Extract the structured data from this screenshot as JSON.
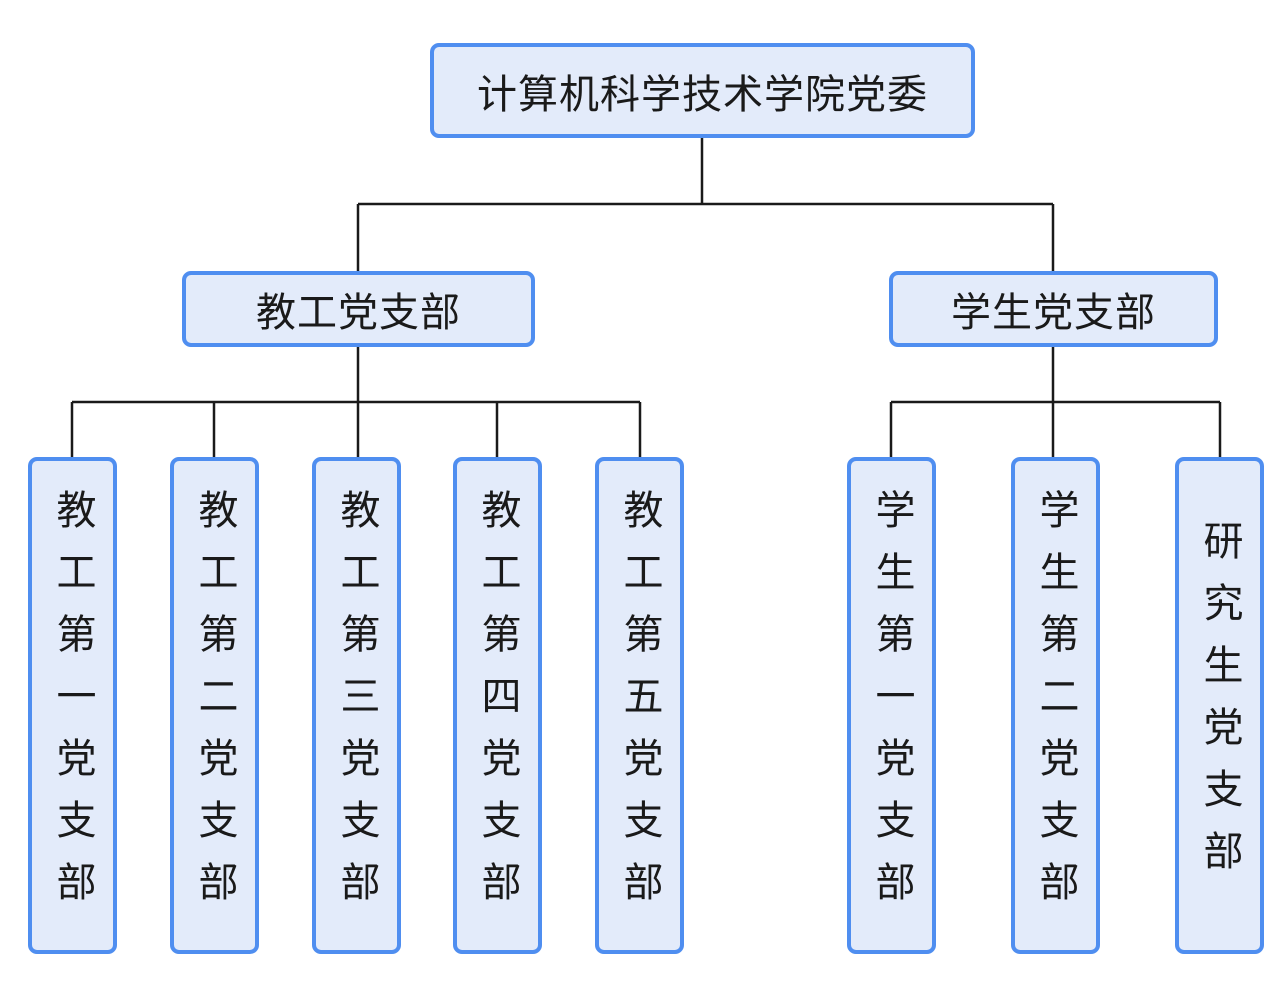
{
  "diagram": {
    "type": "org-chart",
    "root": {
      "label": "计算机科学技术学院党委"
    },
    "branches": [
      {
        "label": "教工党支部",
        "children": [
          {
            "label": "教工第一党支部"
          },
          {
            "label": "教工第二党支部"
          },
          {
            "label": "教工第三党支部"
          },
          {
            "label": "教工第四党支部"
          },
          {
            "label": "教工第五党支部"
          }
        ]
      },
      {
        "label": "学生党支部",
        "children": [
          {
            "label": "学生第一党支部"
          },
          {
            "label": "学生第二党支部"
          },
          {
            "label": "研究生党支部"
          }
        ]
      }
    ],
    "colors": {
      "node_fill": "#e3ebfa",
      "node_border": "#4f8ef0",
      "connector": "#1a1a1a",
      "text": "#1a1a1a"
    }
  }
}
